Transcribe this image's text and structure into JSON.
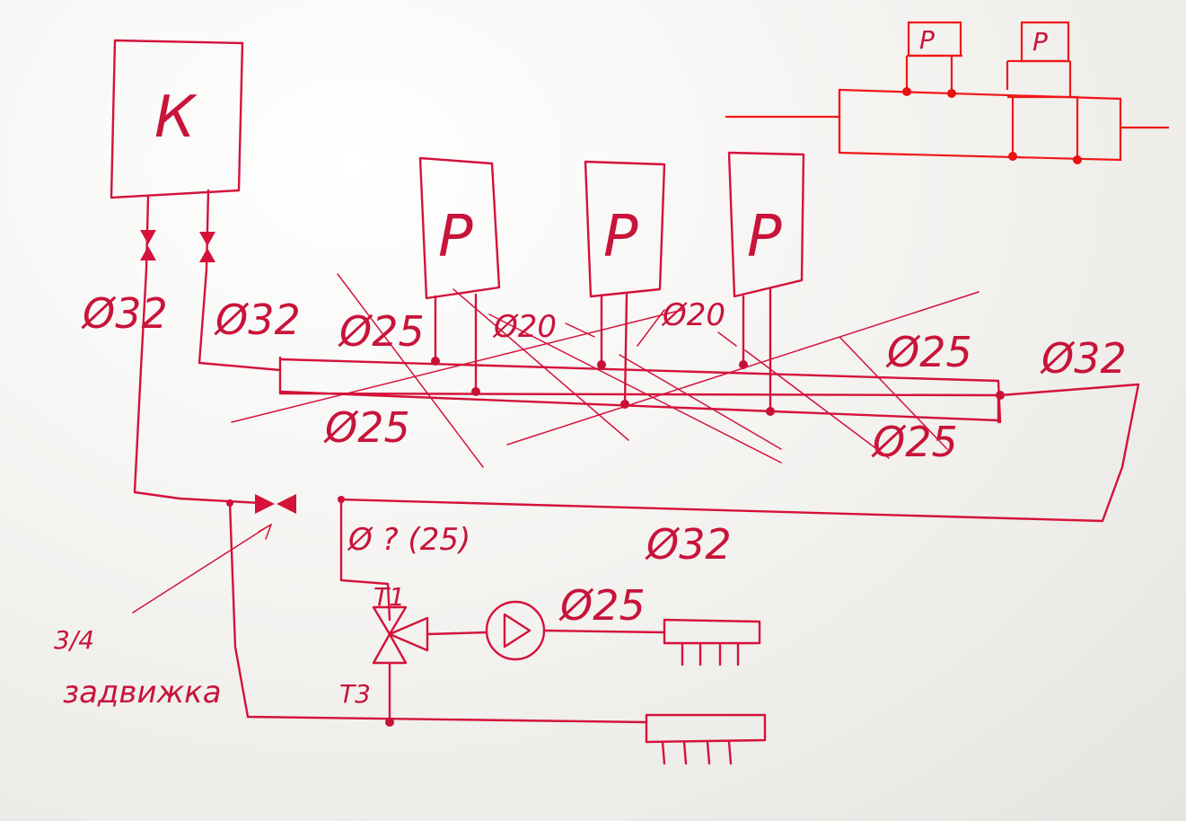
{
  "labels": {
    "boiler": "К",
    "radiator": "Р",
    "d_supply": "Ø32",
    "d_return": "Ø32",
    "d_rad1_supply": "Ø25",
    "d_rad2": "Ø20",
    "d_rad3": "Ø20",
    "d_upper_right": "Ø25",
    "d_far_right": "Ø32",
    "d_lower_left": "Ø25",
    "d_lower_right": "Ø25",
    "d_branch": "Ø ? (25)",
    "d_bottom": "Ø32",
    "d_pump": "Ø25",
    "valve_size": "3/4",
    "valve_name": "задвижка",
    "port_t1": "Т1",
    "port_t3": "Т3"
  },
  "colors": {
    "ink": "#d4123a",
    "bright_ink": "#f01818",
    "paper": "#f3f2ef"
  },
  "icons": [
    "gate-valve-icon",
    "three-way-valve-icon",
    "pump-icon",
    "manifold-icon"
  ]
}
